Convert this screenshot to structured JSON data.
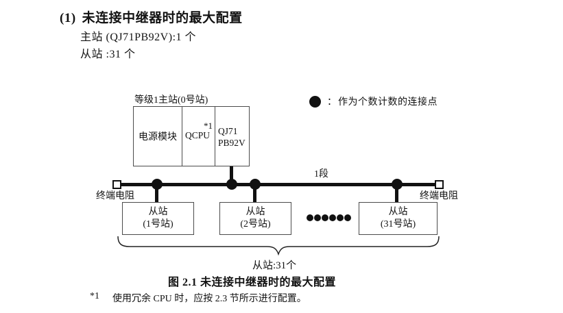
{
  "heading": {
    "number": "(1)",
    "title": "未连接中继器时的最大配置"
  },
  "specs": {
    "master": "主站 (QJ71PB92V):1 个",
    "slave": "从站 :31 个"
  },
  "diagram": {
    "master_station": {
      "label": "等级1主站(0号站)",
      "power_module": "电源模块",
      "cpu": "QCPU",
      "cpu_note": "*1",
      "network_module_line1": "QJ71",
      "network_module_line2": "PB92V"
    },
    "legend": {
      "separator": "：",
      "text": "作为个数计数的连接点"
    },
    "segment_label": "1段",
    "terminator_left": "终端电阻",
    "terminator_right": "终端电阻",
    "slave_stations": [
      {
        "name": "从站",
        "station_no": "(1号站)"
      },
      {
        "name": "从站",
        "station_no": "(2号站)"
      },
      {
        "name": "从站",
        "station_no": "(31号站)"
      }
    ],
    "brace_label": "从站:31个"
  },
  "caption": "图 2.1 未连接中继器时的最大配置",
  "footnote": {
    "marker": "*1",
    "text": "使用冗余 CPU 时，应按 2.3 节所示进行配置。"
  },
  "colors": {
    "ink": "#111111",
    "border": "#4a4a4a",
    "background": "#ffffff"
  }
}
